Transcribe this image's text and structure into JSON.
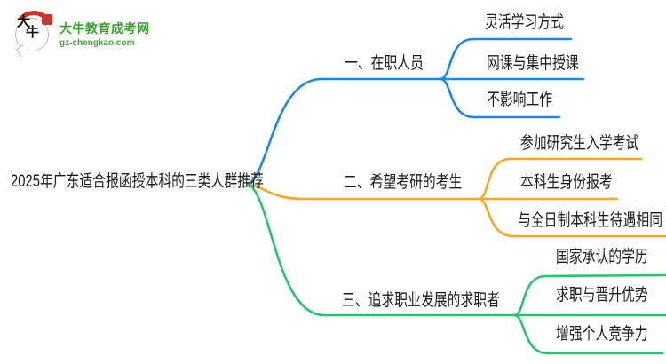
{
  "brand": {
    "site_name": "大牛教育成考网",
    "site_domain": "gz-chengkao.com",
    "logo_char1": "大",
    "logo_char2": "牛",
    "colors": {
      "brand_green": "#37a331",
      "domain_green": "#42a637",
      "arc_red": "#cf2f26",
      "seal_red": "#c6392f"
    }
  },
  "mindmap": {
    "root": {
      "label": "2025年广东适合报函授本科的三类人群推荐"
    },
    "text_color": "#1b1b1b",
    "background": "#ffffff",
    "branches": [
      {
        "label": "一、在职人员",
        "color": "#1e86e8",
        "children": [
          "灵活学习方式",
          "网课与集中授课",
          "不影响工作"
        ]
      },
      {
        "label": "二、希望考研的考生",
        "color": "#f5a623",
        "children": [
          "参加研究生入学考试",
          "本科生身份报考",
          "与全日制本科生待遇相同"
        ]
      },
      {
        "label": "三、追求职业发展的求职者",
        "color": "#27c46f",
        "children": [
          "国家承认的学历",
          "求职与晋升优势",
          "增强个人竞争力"
        ]
      }
    ]
  }
}
